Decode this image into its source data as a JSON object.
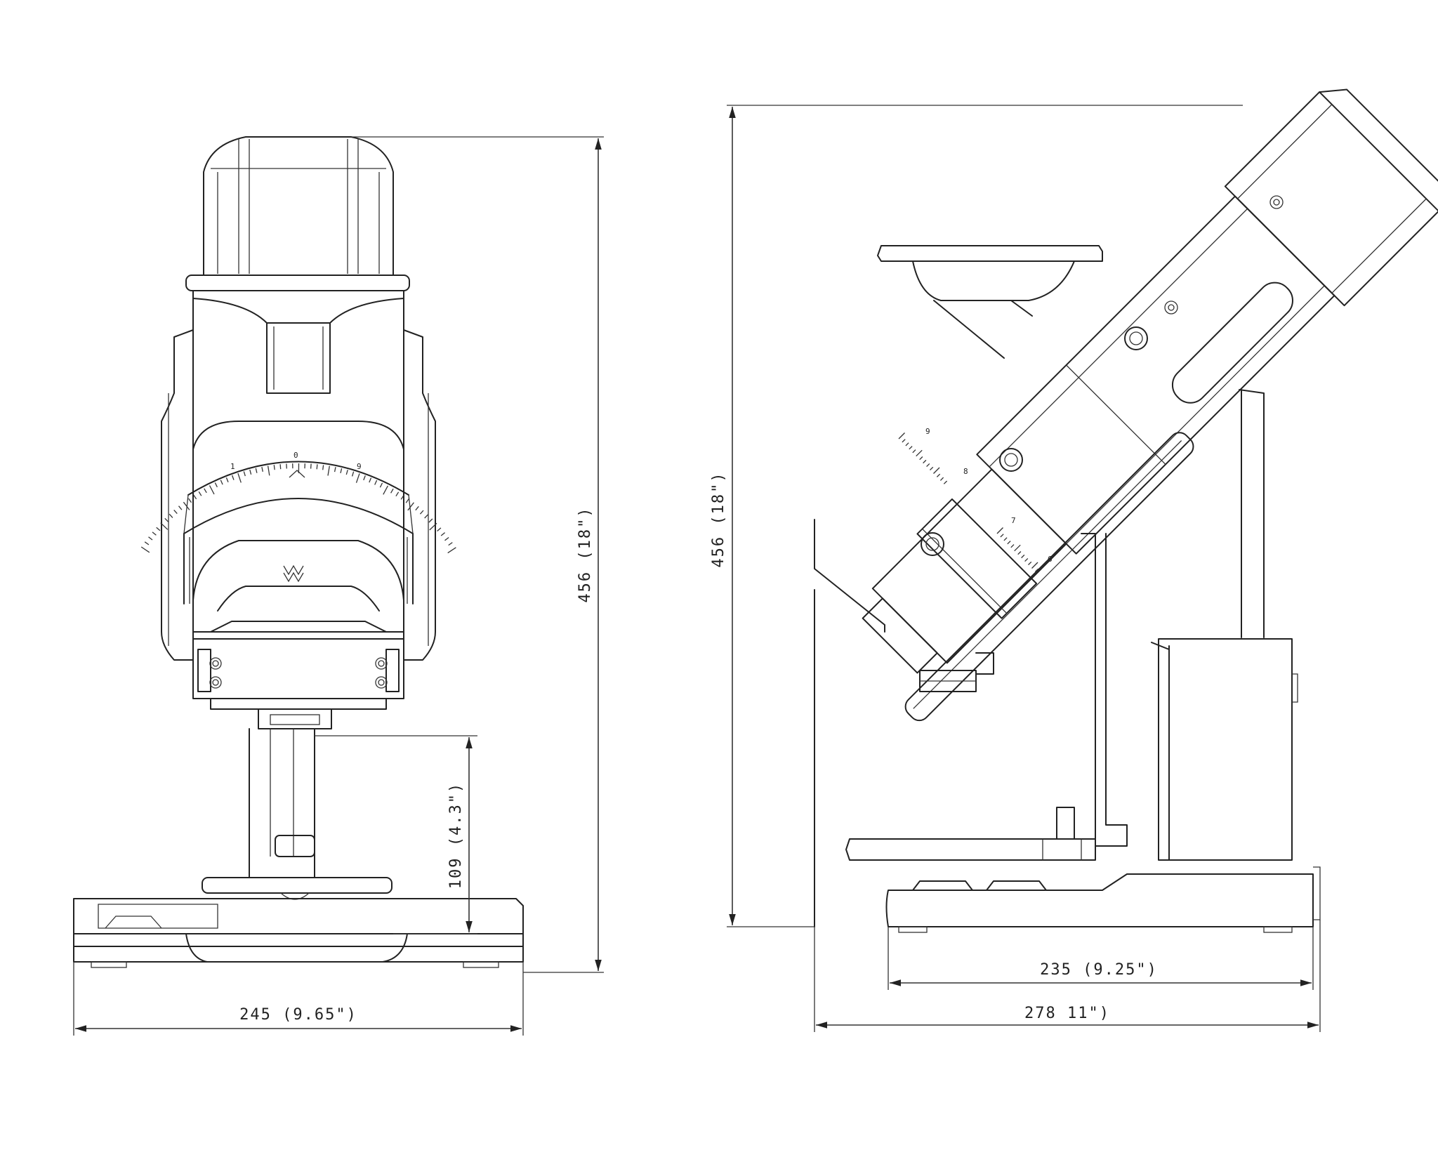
{
  "dimensions": {
    "front_width": "245 (9.65\")",
    "front_height": "456 (18\")",
    "front_column": "109 (4.3\")",
    "side_height": "456 (18\")",
    "side_base": "235 (9.25\")",
    "side_total": "278 11\")"
  },
  "dial_numbers": [
    "1",
    "0",
    "9"
  ],
  "side_scale_a": [
    "9",
    "8"
  ],
  "side_scale_b": [
    "7",
    "6"
  ],
  "colors": {
    "stroke": "#222222",
    "background": "#ffffff"
  },
  "icons": [
    "logo-mark",
    "bolt-icon",
    "arrow-icon"
  ]
}
